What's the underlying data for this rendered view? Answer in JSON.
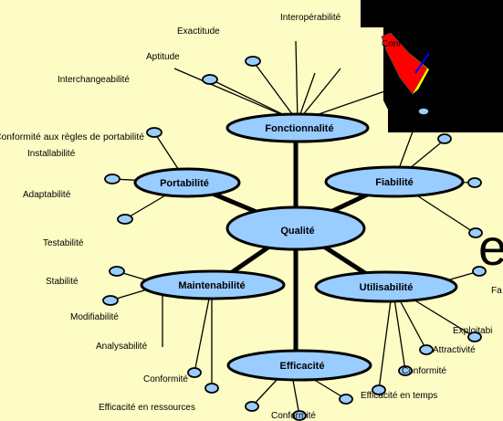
{
  "diagram": {
    "center": "Qualité",
    "characteristics": [
      {
        "label": "Fonctionnalité",
        "sub": [
          "Exactitude",
          "Interopérabilité",
          "Aptitude",
          "Interchangeabilité",
          "Conformité"
        ]
      },
      {
        "label": "Fiabilité",
        "sub": []
      },
      {
        "label": "Portabilité",
        "sub": [
          "Conformité aux règles de portabilité",
          "Installabilité",
          "Adaptabilité"
        ]
      },
      {
        "label": "Maintenabilité",
        "sub": [
          "Testabilité",
          "Stabilité",
          "Modifiabilité",
          "Analysabilité",
          "Conformité"
        ]
      },
      {
        "label": "Efficacité",
        "sub": [
          "Efficacité en ressources",
          "Conformité",
          "Efficacité en temps"
        ]
      },
      {
        "label": "Utilisabilité",
        "sub": [
          "Exploitabilité",
          "Attractivité",
          "Conformité"
        ]
      }
    ],
    "overlay_letter": "e",
    "truncated_labels": [
      "Conf",
      "Fa",
      "Exploitabi"
    ]
  },
  "colors": {
    "background": "#fdfcc4",
    "node_fill": "#99ccff",
    "node_stroke": "#000000",
    "overlay_black": "#000000",
    "overlay_red": "#ff0000",
    "overlay_yellow": "#ffff00",
    "overlay_blue": "#0000ff"
  }
}
